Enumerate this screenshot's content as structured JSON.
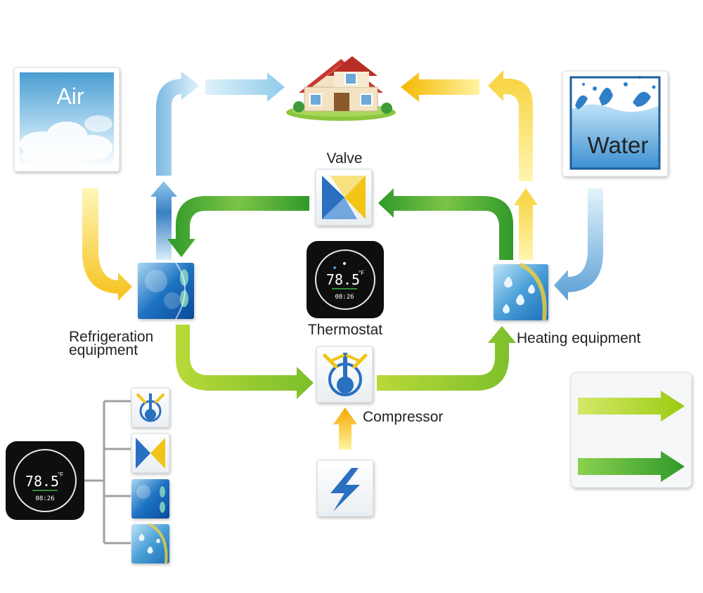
{
  "labels": {
    "air": "Air",
    "water": "Water",
    "valve": "Valve",
    "thermostat": "Thermostat",
    "compressor": "Compressor",
    "refrigeration_line1": "Refrigeration",
    "refrigeration_line2": "equipment",
    "heating": "Heating equipment"
  },
  "thermostat_display": {
    "temperature": "78.5",
    "unit": "°F",
    "clock": "08:26"
  },
  "icons": {
    "house": "house-icon",
    "air": "cloud-sky-icon",
    "water": "water-splash-icon",
    "valve": "valve-icon",
    "compressor": "compressor-icon",
    "power": "lightning-icon",
    "refrigeration": "refrigeration-equipment-icon",
    "heating": "heating-equipment-icon",
    "thermostat": "thermostat-icon"
  },
  "colors": {
    "cool_light": "#cfe9f7",
    "cool_dark": "#2a6db3",
    "warm_light": "#fff1a8",
    "warm_dark": "#f5b800",
    "green_light": "#c6e04a",
    "green_dark": "#2f9a2a",
    "legend_light": "#a9d21e",
    "legend_dark": "#3aa233"
  }
}
